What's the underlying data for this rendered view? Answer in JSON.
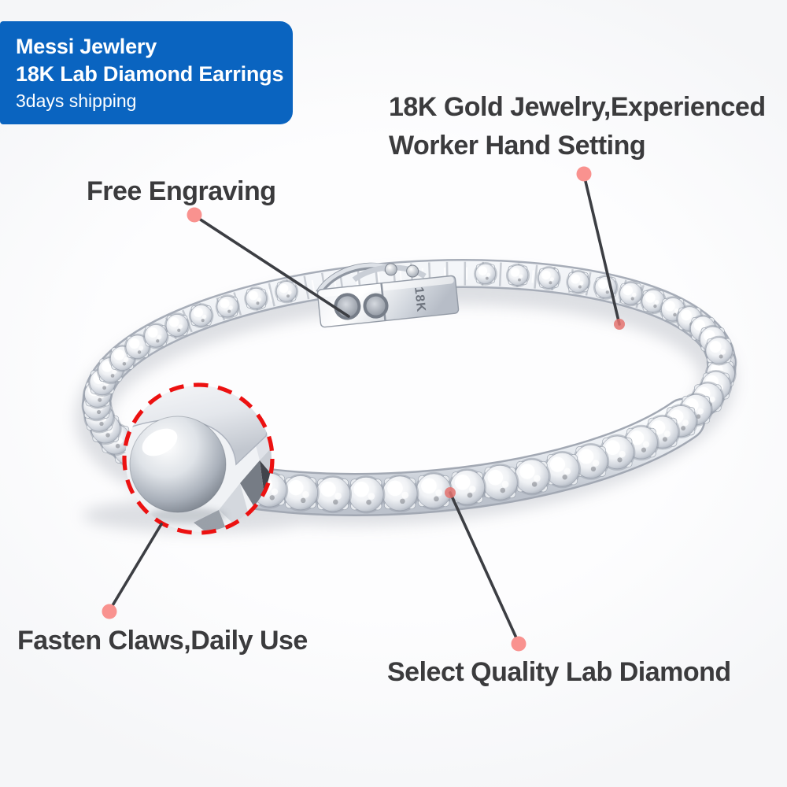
{
  "banner": {
    "brand": "Messi Jewlery",
    "product": "18K Lab Diamond Earrings",
    "shipping": "3days shipping"
  },
  "callouts": {
    "gold": {
      "line1": "18K Gold Jewelry,Experienced",
      "line2": "Worker Hand Setting"
    },
    "engraving": {
      "label": "Free Engraving"
    },
    "claws": {
      "label": "Fasten Claws,Daily Use"
    },
    "diamond": {
      "label": "Select Quality Lab Diamond"
    }
  },
  "clasp": {
    "stamp": "18K"
  },
  "colors": {
    "banner_blue": "#0a64c0",
    "banner_text": "#ffffff",
    "label_text": "#3b3b3d",
    "callout_line": "#3c3e43",
    "dot_pink": "#f9928f",
    "dot_red": "#e4726e",
    "magnifier_dash_red": "#ec1111",
    "metal_light": "#f4f6f9",
    "metal_dark": "#aab0bb"
  }
}
